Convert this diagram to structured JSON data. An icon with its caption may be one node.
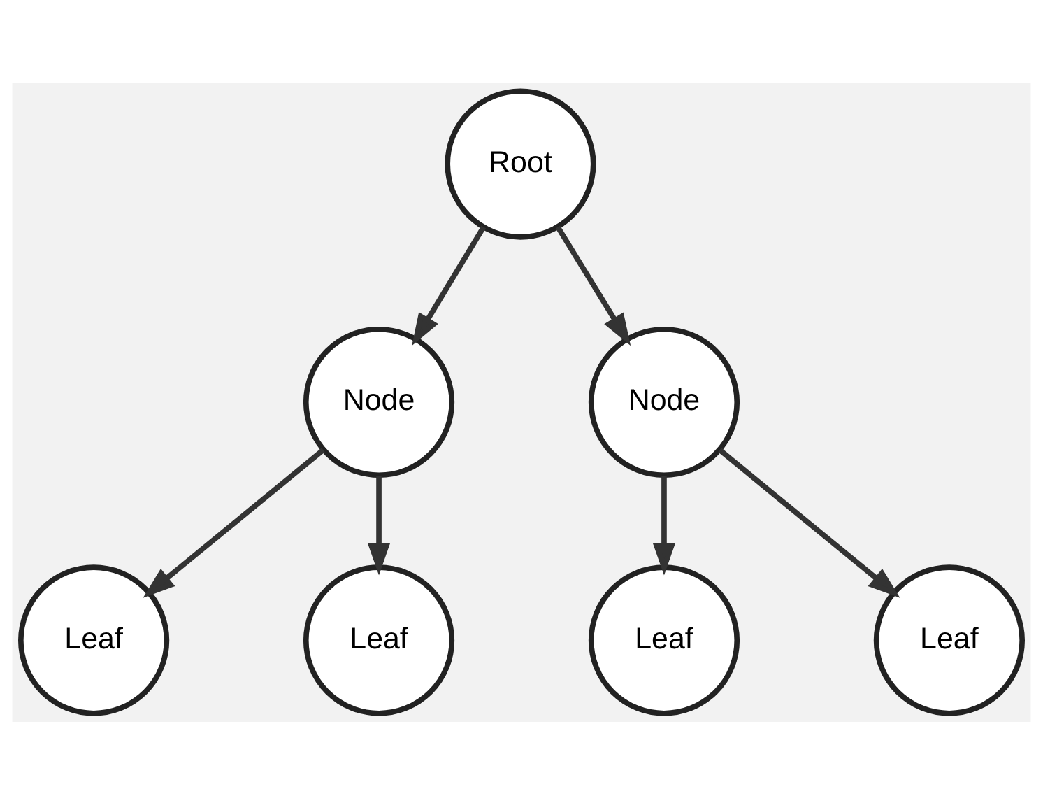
{
  "diagram": {
    "nodes": [
      {
        "text": [
          "Root"
        ]
      },
      {
        "text": [
          "Node"
        ]
      },
      {
        "text": [
          "Node"
        ]
      },
      {
        "text": [
          "Leaf"
        ]
      },
      {
        "text": [
          "Leaf"
        ]
      },
      {
        "text": [
          "Leaf"
        ]
      },
      {
        "text": [
          "Leaf"
        ]
      }
    ],
    "edges": [
      {
        "from": 0,
        "to": 1,
        "arrow": "to"
      },
      {
        "from": 0,
        "to": 2,
        "arrow": "to"
      },
      {
        "from": 1,
        "to": 3,
        "arrow": "to"
      },
      {
        "from": 1,
        "to": 4,
        "arrow": "to"
      },
      {
        "from": 2,
        "to": 5,
        "arrow": "to"
      },
      {
        "from": 2,
        "to": 6,
        "arrow": "to"
      }
    ]
  }
}
